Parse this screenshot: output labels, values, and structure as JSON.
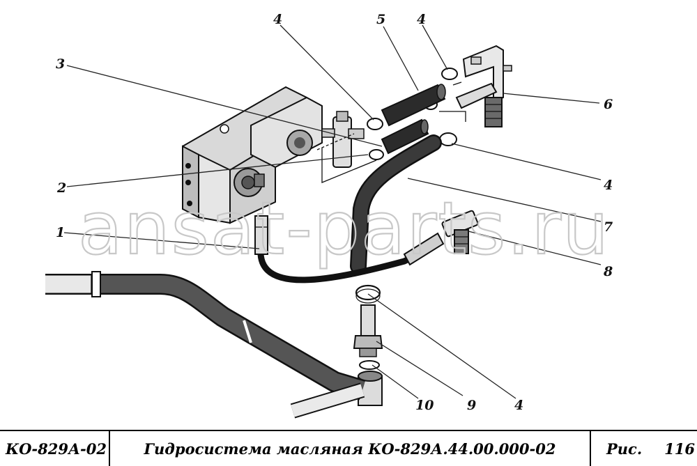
{
  "watermark": "ansat-parts.ru",
  "callouts": {
    "c1": "1",
    "c2": "2",
    "c3": "3",
    "c4a": "4",
    "c4b": "4",
    "c4c": "4",
    "c4d": "4",
    "c5": "5",
    "c6": "6",
    "c7": "7",
    "c8": "8",
    "c9": "9",
    "c10": "10"
  },
  "title_block": {
    "model_code": "КО-829А-02",
    "title": "Гидросистема масляная КО-829А.44.00.000-02",
    "figure_label": "Рис.",
    "figure_number": "116"
  }
}
